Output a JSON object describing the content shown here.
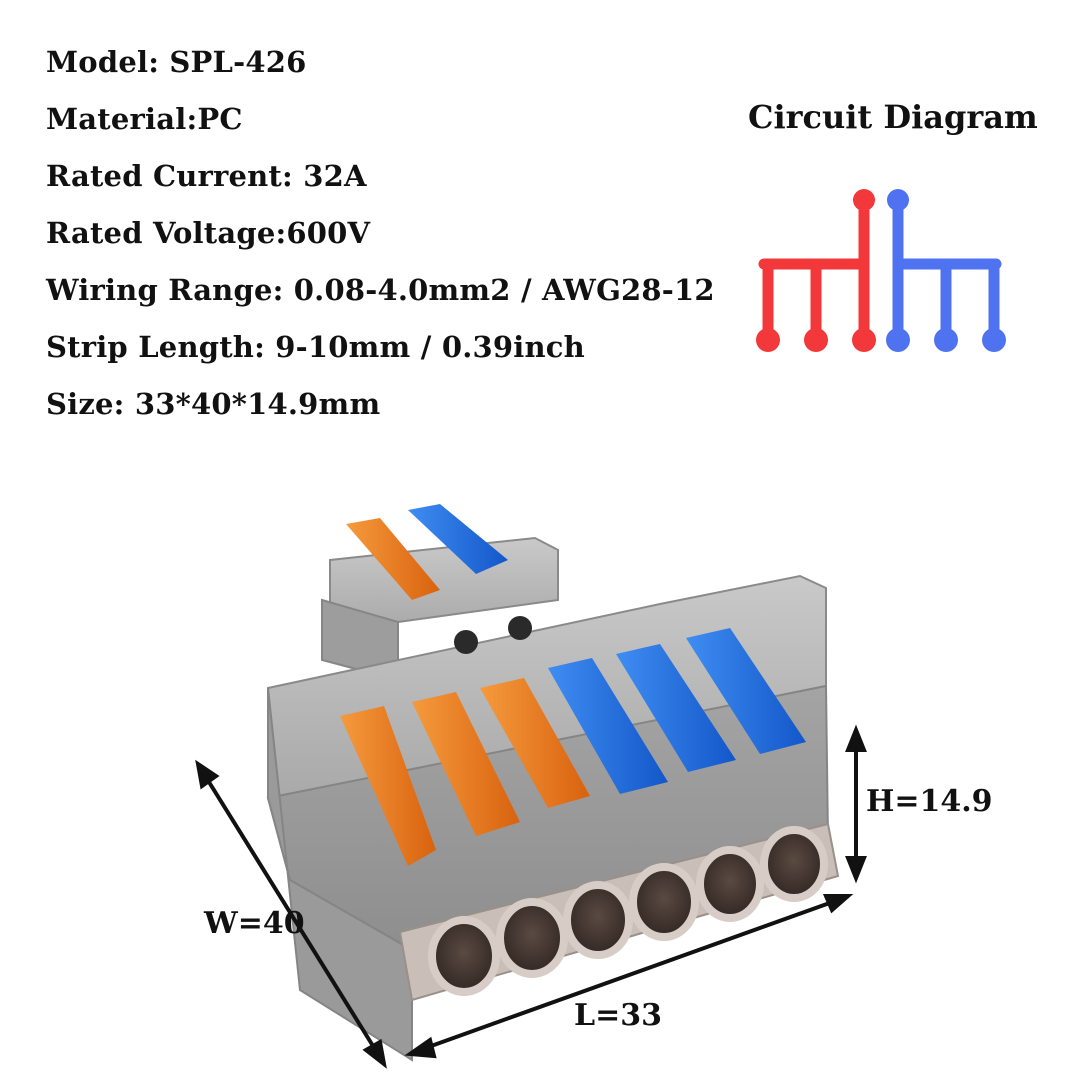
{
  "specs": [
    "Model:  SPL-426",
    "Material:PC",
    "Rated Current: 32A",
    "Rated Voltage:600V",
    "Wiring Range: 0.08-4.0mm2 / AWG28-12",
    "Strip Length: 9-10mm / 0.39inch",
    "Size: 33*40*14.9mm"
  ],
  "circuit": {
    "title": "Circuit Diagram",
    "colors": {
      "left": "#f2383a",
      "right": "#4f73f0"
    }
  },
  "dimensions": {
    "height": "H=14.9",
    "width": "W=40",
    "length": "L=33"
  },
  "colors": {
    "orange": "#f07a1e",
    "blue": "#1e6fe0",
    "housing": "#b4b4b4"
  }
}
